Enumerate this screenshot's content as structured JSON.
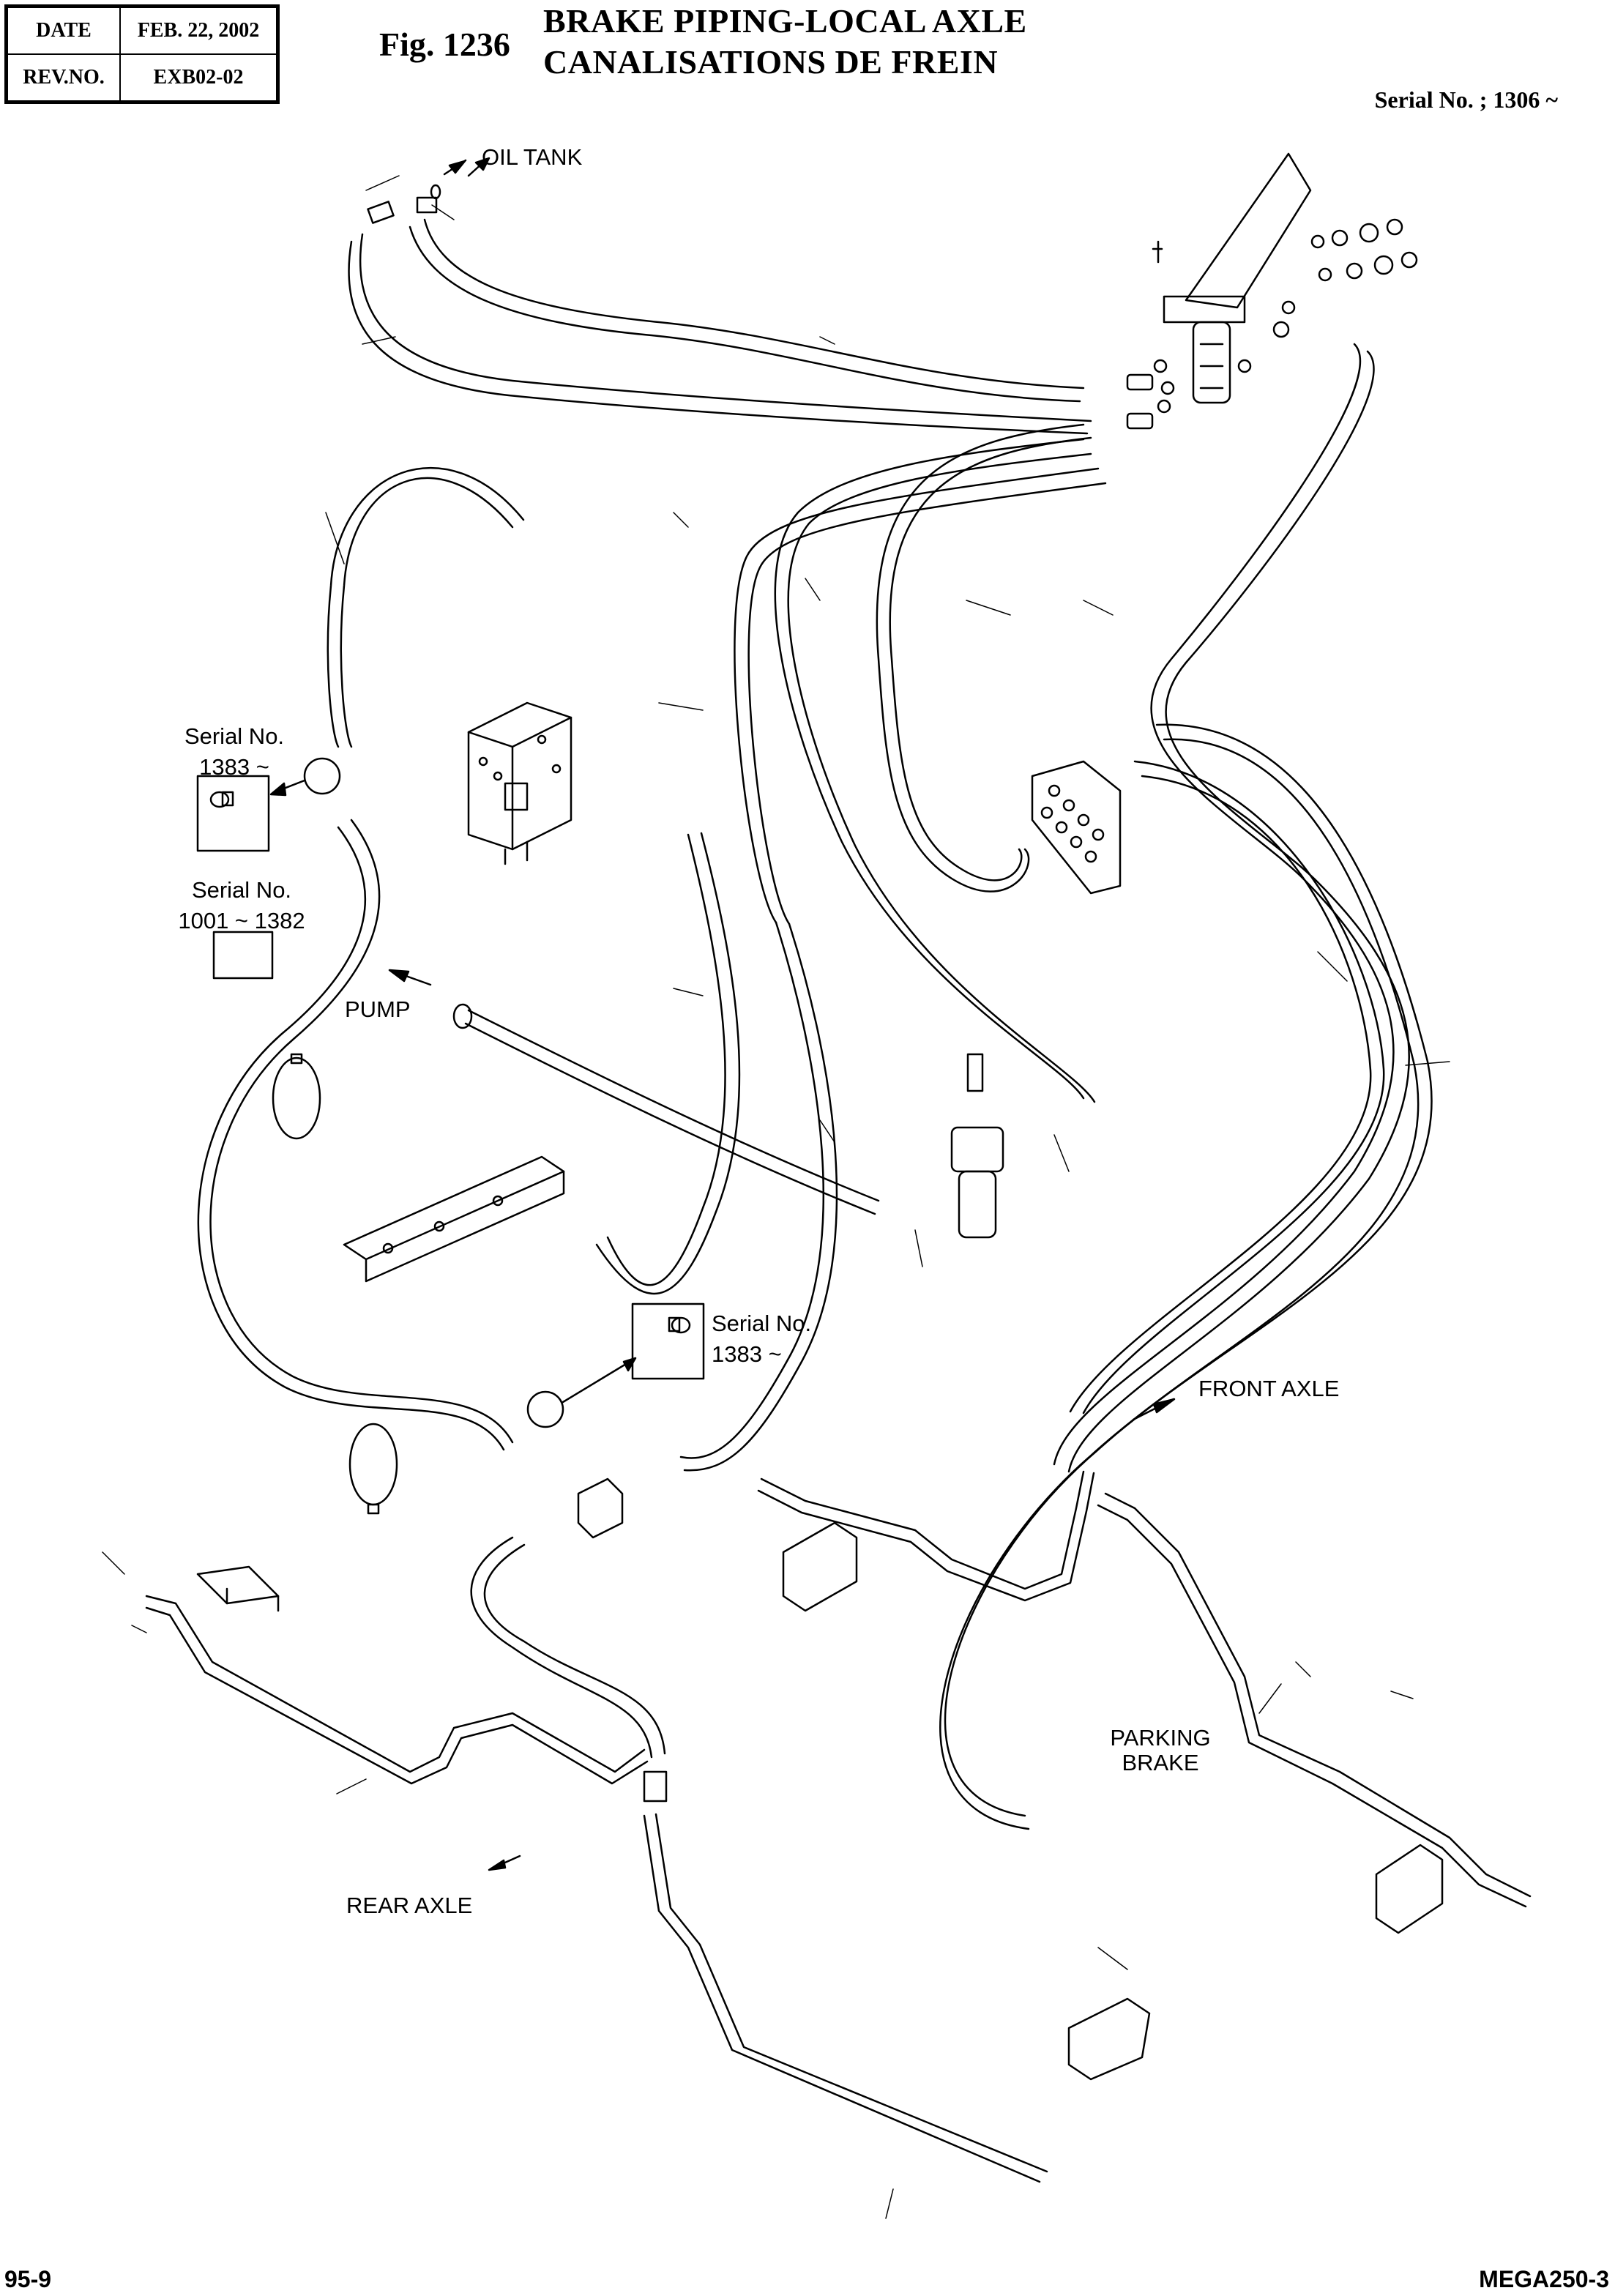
{
  "header": {
    "rev_table": [
      {
        "key": "DATE",
        "value": "FEB. 22, 2002"
      },
      {
        "key": "REV.NO.",
        "value": "EXB02-02"
      }
    ],
    "figure_number": "Fig. 1236",
    "title_en": "BRAKE PIPING-LOCAL AXLE",
    "title_fr": "CANALISATIONS DE FREIN",
    "serial": "Serial No. ; 1306 ~"
  },
  "labels": {
    "oil_tank": "OIL TANK",
    "pump": "PUMP",
    "front_axle": "FRONT AXLE",
    "rear_axle": "REAR AXLE",
    "parking_brake_line1": "PARKING",
    "parking_brake_line2": "BRAKE"
  },
  "insets": [
    {
      "serial_line1": "Serial No.",
      "serial_line2": "1383 ~"
    },
    {
      "serial_line1": "Serial No.",
      "serial_line2": "1001 ~ 1382"
    },
    {
      "serial_line1": "Serial No.",
      "serial_line2": "1383 ~"
    }
  ],
  "footer": {
    "page": "95-9",
    "model": "MEGA250-3"
  }
}
